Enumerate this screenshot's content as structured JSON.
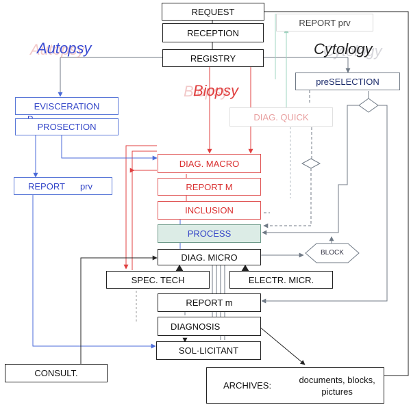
{
  "diagram": {
    "sections": {
      "autopsy": "Autopsy",
      "biopsy": "Biopsy",
      "cytology": "Cytology"
    },
    "boxes": {
      "request": "REQUEST",
      "reception": "RECEPTION",
      "registry": "REGISTRY",
      "report_prv_top": "REPORT prv",
      "evisceration": "EVISCERATION",
      "evisceration_r": "R",
      "prosection": "PROSECTION",
      "report_prv_left": "REPORT",
      "report_prv_left_suffix": "prv",
      "preselection": "preSELECTION",
      "diag_quick": "DIAG. QUICK",
      "diag_macro": "DIAG. MACRO",
      "report_M": "REPORT M",
      "inclusion": "INCLUSION",
      "process": "PROCESS",
      "diag_micro": "DIAG. MICRO",
      "block": "BLOCK",
      "spec_tech": "SPEC. TECH",
      "electr_micr": "ELECTR. MICR.",
      "report_m": "REPORT m",
      "diagnosis": "DIAGNOSIS",
      "solicitant": "SOL·LICITANT",
      "consult": "CONSULT.",
      "archives": "ARCHIVES:",
      "archives_items": "documents, blocks, pictures"
    }
  },
  "colors": {
    "black": "#222222",
    "red": "#e04040",
    "blue": "#4a6ad8",
    "steel": "#707a86",
    "faded_teal": "#9fd4c0",
    "process_fill": "#dcece6"
  }
}
